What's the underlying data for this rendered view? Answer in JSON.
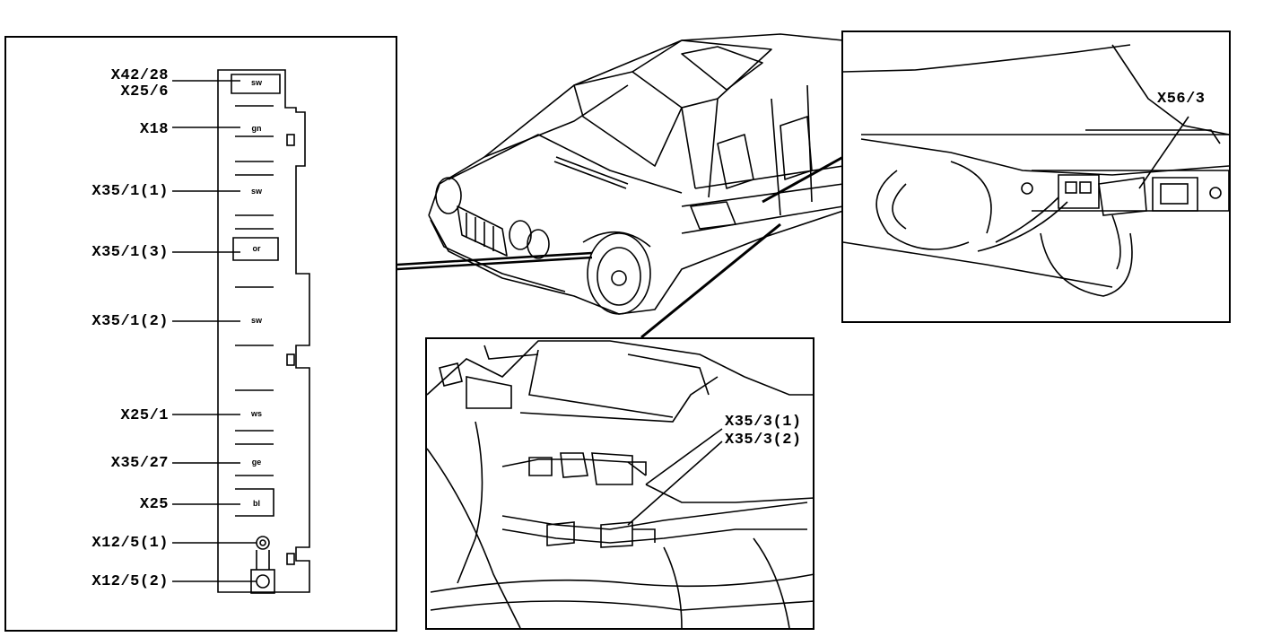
{
  "left_panel": {
    "labels": {
      "x42_28": "X42/28",
      "x25_6": "X25/6",
      "x18": "X18",
      "x35_1_1": "X35/1(1)",
      "x35_1_3": "X35/1(3)",
      "x35_1_2": "X35/1(2)",
      "x25_1": "X25/1",
      "x35_27": "X35/27",
      "x25": "X25",
      "x12_5_1": "X12/5(1)",
      "x12_5_2": "X12/5(2)"
    },
    "connector_codes": {
      "sw_top": "sw",
      "gn": "gn",
      "sw_mid": "sw",
      "or": "or",
      "sw_low": "sw",
      "ws": "ws",
      "ge": "ge",
      "bl": "bl"
    }
  },
  "right_panel": {
    "label": "X56/3"
  },
  "bottom_panel": {
    "label_1": "X35/3(1)",
    "label_2": "X35/3(2)"
  },
  "colors": {
    "line": "#000000",
    "background": "#ffffff"
  }
}
